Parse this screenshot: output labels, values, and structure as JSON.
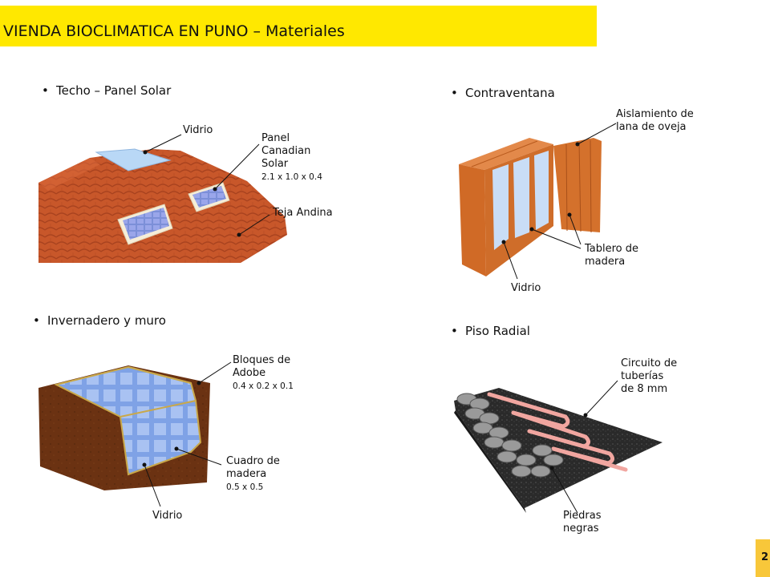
{
  "title": "VIENDA BIOCLIMATICA EN PUNO – Materiales",
  "page_number": "2",
  "sections": {
    "roof": {
      "heading": "Techo – Panel Solar",
      "labels": {
        "vidrio": "Vidrio",
        "panel_l1": "Panel",
        "panel_l2": "Canadian",
        "panel_l3": "Solar",
        "panel_dims": "2.1 x 1.0 x 0.4",
        "teja": "Teja Andina"
      }
    },
    "shutter": {
      "heading": "Contraventana",
      "labels": {
        "aislamiento_l1": "Aislamiento de",
        "aislamiento_l2": "lana de oveja",
        "tablero_l1": "Tablero de",
        "tablero_l2": "madera",
        "vidrio": "Vidrio"
      }
    },
    "greenhouse": {
      "heading": "Invernadero y muro",
      "labels": {
        "bloques_l1": "Bloques de",
        "bloques_l2": "Adobe",
        "bloques_dims": "0.4 x 0.2 x 0.1",
        "cuadro_l1": "Cuadro de",
        "cuadro_l2": "madera",
        "cuadro_dims": "0.5 x 0.5",
        "vidrio": "Vidrio"
      }
    },
    "floor": {
      "heading": "Piso Radial",
      "labels": {
        "circuito_l1": "Circuito de",
        "circuito_l2": "tuberías",
        "circuito_l3": "de 8 mm",
        "piedras_l1": "Piedras",
        "piedras_l2": "negras"
      }
    }
  },
  "colors": {
    "title_bar": "#ffe800",
    "page_tab": "#f8c73a",
    "roof_tile": "#c8572a",
    "wood": "#d8742a",
    "adobe": "#6b3212",
    "glass": "#9fc3ee",
    "pipe": "#f1a6a0"
  }
}
